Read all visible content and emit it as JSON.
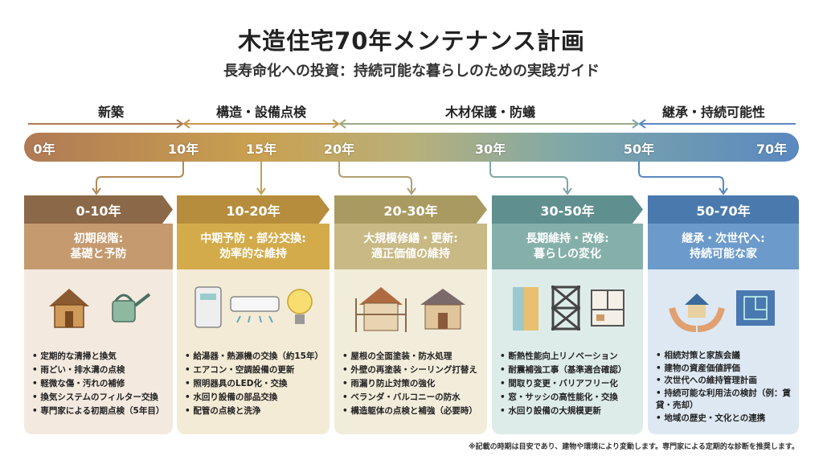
{
  "title": "木造住宅70年メンテナンス計画",
  "subtitle": "長寿命化への投資：持続可能な暮らしのための実践ガイド",
  "phases": [
    "新築",
    "構造・設備点検",
    "木材保護・防蟻",
    "継承・持続可能性"
  ],
  "years": [
    "0年",
    "10年",
    "15年",
    "20年",
    "30年",
    "50年",
    "70年"
  ],
  "cards": [
    {
      "range": "0-10年",
      "heading1": "初期段階:",
      "heading2": "基礎と予防",
      "items": [
        "定期的な清掃と換気",
        "雨どい・排水溝の点検",
        "軽微な傷・汚れの補修",
        "換気システムのフィルター交換",
        "専門家による初期点検（5年目）"
      ]
    },
    {
      "range": "10-20年",
      "heading1": "中期予防・部分交換:",
      "heading2": "効率的な維持",
      "items": [
        "給湯器・熱源機の交換（約15年）",
        "エアコン・空調設備の更新",
        "照明器具のLED化・交換",
        "水回り設備の部品交換",
        "配管の点検と洗浄"
      ]
    },
    {
      "range": "20-30年",
      "heading1": "大規模修繕・更新:",
      "heading2": "適正価値の維持",
      "items": [
        "屋根の全面塗装・防水処理",
        "外壁の再塗装・シーリング打替え",
        "雨漏り防止対策の強化",
        "ベランダ・バルコニーの防水",
        "構造躯体の点検と補強（必要時）"
      ]
    },
    {
      "range": "30-50年",
      "heading1": "長期維持・改修:",
      "heading2": "暮らしの変化",
      "items": [
        "断熱性能向上リノベーション",
        "耐震補強工事（基準適合確認）",
        "間取り変更・バリアフリー化",
        "窓・サッシの高性能化・交換",
        "水回り設備の大規模更新"
      ]
    },
    {
      "range": "50-70年",
      "heading1": "継承・次世代へ:",
      "heading2": "持続可能な家",
      "items": [
        "相続対策と家族会議",
        "建物の資産価値評価",
        "次世代への維持管理計画",
        "持続可能な利用法の検討（例：賃貸・売却）",
        "地域の歴史・文化との連携"
      ]
    }
  ],
  "footnote": "※記載の時期は目安であり、建物や環境により変動します。専門家による定期的な診断を推奨します。",
  "colors": {
    "c1": "#8b6847",
    "c2": "#b68d3c",
    "c3": "#a99a62",
    "c4": "#5f8f8e",
    "c5": "#4a7aad"
  }
}
